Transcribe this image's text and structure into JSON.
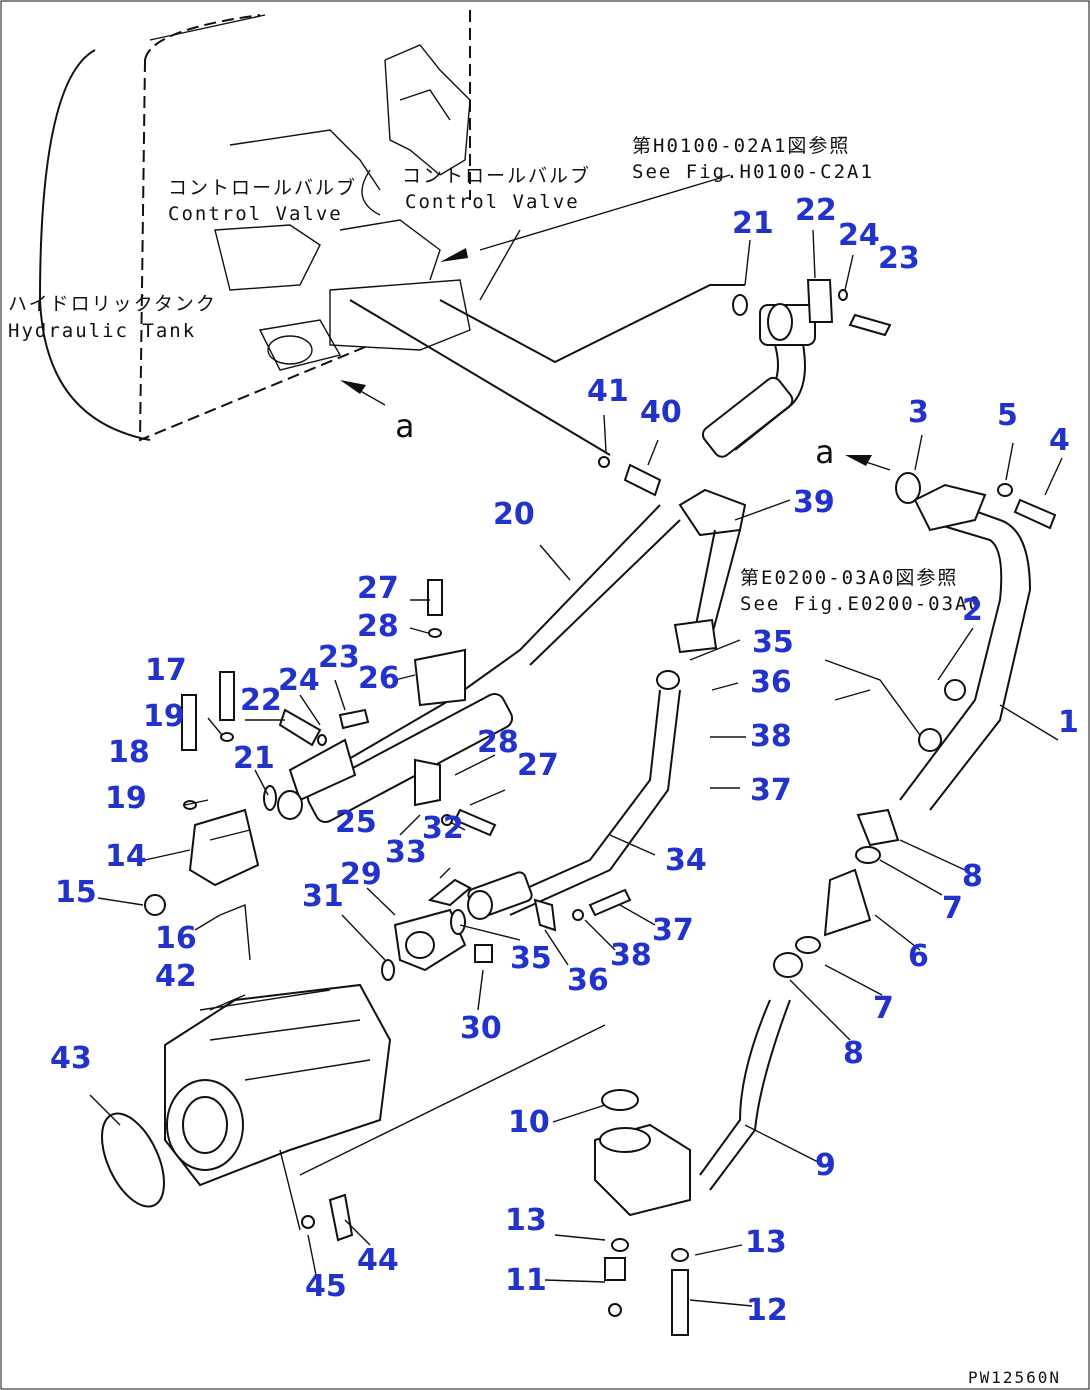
{
  "references": {
    "control_valve_jp": "コントロールバルブ",
    "control_valve_en": "Control Valve",
    "control_valve2_jp": "コントロールバルブ",
    "control_valve2_en": "Control Valve",
    "hydraulic_tank_jp": "ハイドロリックタンク",
    "hydraulic_tank_en": "Hydraulic Tank",
    "fig_ref1_jp": "第H0100-02A1図参照",
    "fig_ref1_en": "See Fig.H0100-C2A1",
    "fig_ref2_jp": "第E0200-03A0図参照",
    "fig_ref2_en": "See Fig.E0200-03A0",
    "arrow_a1": "a",
    "arrow_a2": "a"
  },
  "part_labels": {
    "l1": "1",
    "l2": "2",
    "l3": "3",
    "l4": "4",
    "l5": "5",
    "l6": "6",
    "l7a": "7",
    "l7b": "7",
    "l8a": "8",
    "l8b": "8",
    "l9": "9",
    "l10": "10",
    "l11": "11",
    "l12": "12",
    "l13a": "13",
    "l13b": "13",
    "l14": "14",
    "l15": "15",
    "l16": "16",
    "l17": "17",
    "l18": "18",
    "l19a": "19",
    "l19b": "19",
    "l20": "20",
    "l21a": "21",
    "l21b": "21",
    "l22a": "22",
    "l22b": "22",
    "l23a": "23",
    "l23b": "23",
    "l24a": "24",
    "l24b": "24",
    "l25": "25",
    "l26": "26",
    "l27a": "27",
    "l27b": "27",
    "l28a": "28",
    "l28b": "28",
    "l29": "29",
    "l30": "30",
    "l31": "31",
    "l32": "32",
    "l33": "33",
    "l34": "34",
    "l35a": "35",
    "l35b": "35",
    "l36a": "36",
    "l36b": "36",
    "l37a": "37",
    "l37b": "37",
    "l38a": "38",
    "l38b": "38",
    "l39": "39",
    "l40": "40",
    "l41": "41",
    "l42": "42",
    "l43": "43",
    "l44": "44",
    "l45": "45"
  },
  "drawing_code": "PW12560N"
}
